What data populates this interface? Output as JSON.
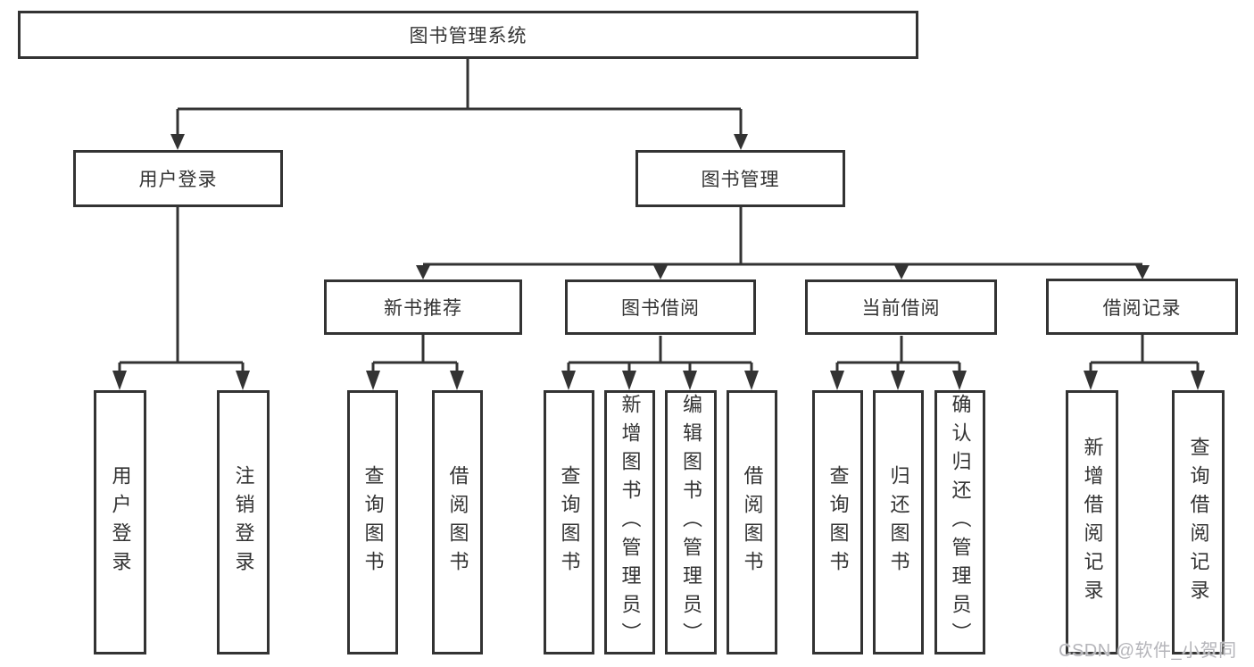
{
  "diagram": {
    "root": {
      "label": "图书管理系统"
    },
    "level2": [
      {
        "label": "用户登录"
      },
      {
        "label": "图书管理"
      }
    ],
    "level3": [
      {
        "label": "新书推荐"
      },
      {
        "label": "图书借阅"
      },
      {
        "label": "当前借阅"
      },
      {
        "label": "借阅记录"
      }
    ],
    "leaves": [
      {
        "label": "用户登录"
      },
      {
        "label": "注销登录"
      },
      {
        "label": "查询图书"
      },
      {
        "label": "借阅图书"
      },
      {
        "label": "查询图书"
      },
      {
        "label": "新增图书（管理员）"
      },
      {
        "label": "编辑图书（管理员）"
      },
      {
        "label": "借阅图书"
      },
      {
        "label": "查询图书"
      },
      {
        "label": "归还图书"
      },
      {
        "label": "确认归还（管理员）"
      },
      {
        "label": "新增借阅记录"
      },
      {
        "label": "查询借阅记录"
      }
    ],
    "watermark": "CSDN @软件_小贺同学",
    "colors": {
      "line": "#333333",
      "text": "#333333",
      "watermark": "#b5b5ba",
      "background": "#ffffff"
    }
  }
}
